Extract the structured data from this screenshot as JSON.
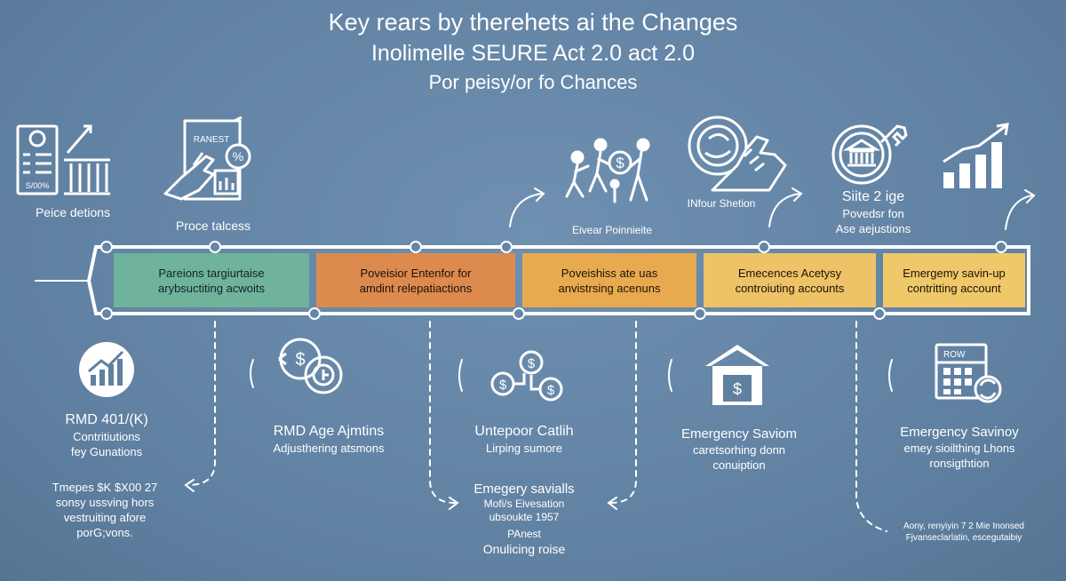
{
  "title": {
    "line1": "Key rears by therehets ai the Changes",
    "line2": "Inolimelle SEURE Act 2.0 act 2.0",
    "line3": "Por peisy/or fo Chances"
  },
  "top_labels": [
    {
      "text": "Peice detions"
    },
    {
      "text": "Proce talcess",
      "icon_text": "RANEST"
    },
    {
      "text": "Eivear Poinnieite"
    },
    {
      "text": "INfour Shetion"
    },
    {
      "line1": "Siite 2 ige",
      "line2": "Povedsr fon",
      "line3": "Ase aejustions"
    }
  ],
  "bands": [
    {
      "line1": "Pareions targiurtaise",
      "line2": "arybsuctiting acwoits",
      "color": "#6fb39a"
    },
    {
      "line1": "Poveisior Entenfor for",
      "line2": "amdint relepatiactions",
      "color": "#dd8a4f"
    },
    {
      "line1": "Poveishiss ate uas",
      "line2": "anvistrsing acenuns",
      "color": "#e8aa4f"
    },
    {
      "line1": "Emecences Acetysy",
      "line2": "controiuting accounts",
      "color": "#eec266"
    },
    {
      "line1": "Emergemy savin-up",
      "line2": "contritting account",
      "color": "#efc86a"
    }
  ],
  "bottom_items": [
    {
      "title": "RMD 401/(K)",
      "line1": "Contritiutions",
      "line2": "fey Gunations"
    },
    {
      "title": "RMD Age Ajmtins",
      "line1": "Adjusthering atsmons"
    },
    {
      "title": "Untepoor Catlih",
      "line1": "Lirping sumore"
    },
    {
      "title": "Emergency Saviom",
      "line1": "caretsorhing donn",
      "line2": "conuiption"
    },
    {
      "title": "Emergency Savinoy",
      "line1": "emey sioilthing Lhons",
      "line2": "ronsigthtion",
      "icon_text": "ROW"
    }
  ],
  "bottom_left_note": {
    "line1": "Tmepes $K $X00 27",
    "line2": "sonsy ussving hors",
    "line3": "vestruiting afore",
    "line4": "porG;vons."
  },
  "bottom_center_note": {
    "title": "Emegery savialls",
    "line1": "Mofi/s Eivesation",
    "line2": "ubsoukte 1957",
    "line3": "PAnest",
    "line4": "Onulicing roise"
  },
  "bottom_right_note": {
    "line1": "Aony, renyiyin 7 2 Mie Inonsed",
    "line2": "Fjvanseclarlatin, escegutaibiy"
  },
  "icon_text": {
    "doc": "S/00%"
  },
  "colors": {
    "background": "#6486a7",
    "timeline": "#ffffff",
    "icon": "#ffffff"
  }
}
